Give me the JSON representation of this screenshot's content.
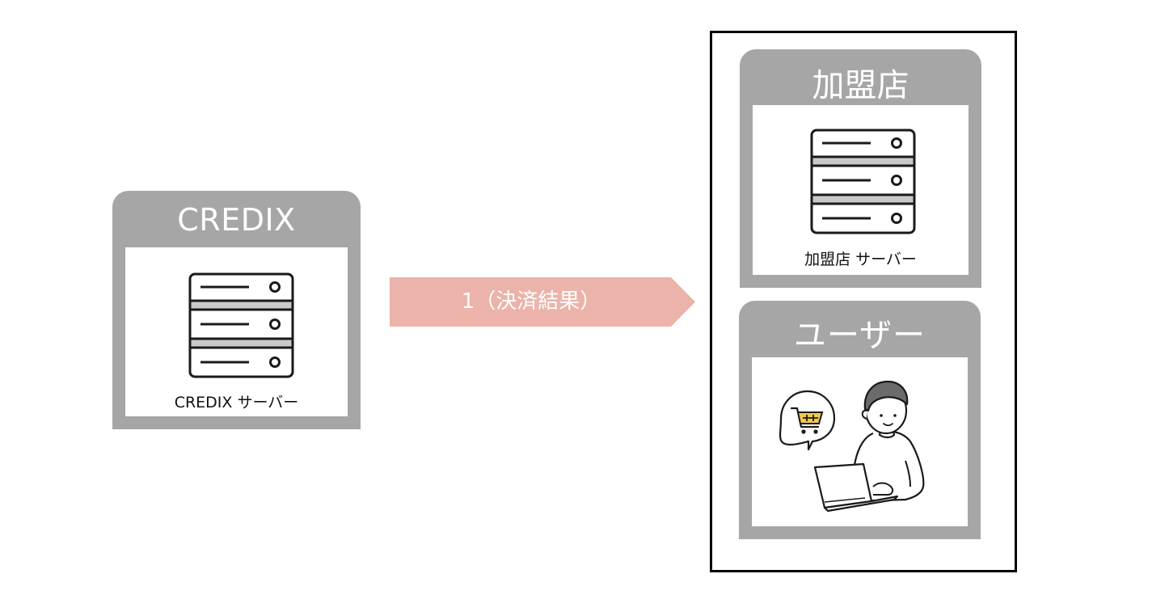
{
  "credix": {
    "title": "CREDIX",
    "server_caption": "CREDIX サーバー"
  },
  "arrow": {
    "label": "1（決済結果）",
    "color": "#ebb3a9"
  },
  "merchant": {
    "title": "加盟店",
    "server_caption": "加盟店 サーバー"
  },
  "user": {
    "title": "ユーザー"
  },
  "colors": {
    "card_gray": "#a6a6a6",
    "server_band_gray": "#c9c9c9",
    "cart_yellow": "#f2c94c"
  }
}
